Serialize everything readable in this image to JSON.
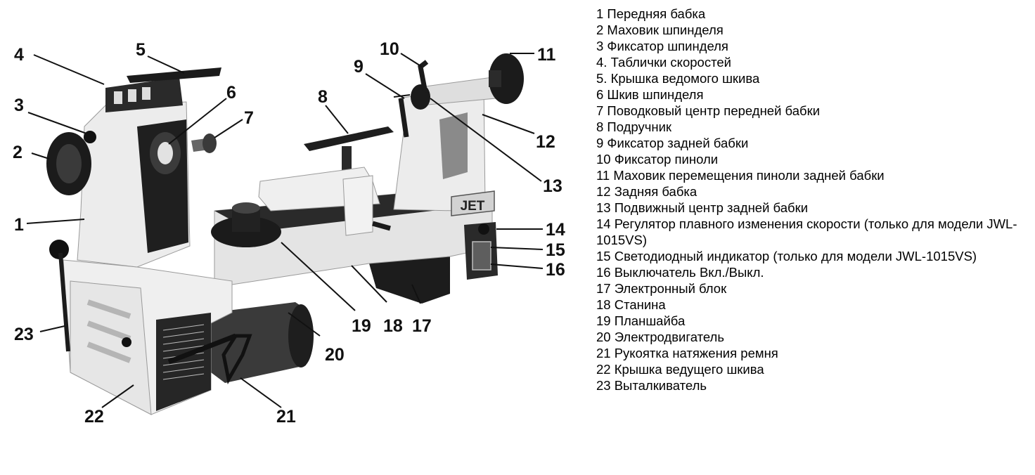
{
  "figure": {
    "callouts": [
      "1",
      "2",
      "3",
      "4",
      "5",
      "6",
      "7",
      "8",
      "9",
      "10",
      "11",
      "12",
      "13",
      "14",
      "15",
      "16",
      "17",
      "18",
      "19",
      "20",
      "21",
      "22",
      "23"
    ],
    "nameplate": "JET"
  },
  "legend": {
    "items": [
      "1  Передняя бабка",
      "2  Маховик шпинделя",
      "3  Фиксатор шпинделя",
      "4. Таблички скоростей",
      "5. Крышка ведомого шкива",
      "6  Шкив шпинделя",
      "7  Поводковый центр передней бабки",
      "8  Подручник",
      "9  Фиксатор задней бабки",
      "10  Фиксатор пиноли",
      "11  Маховик перемещения пиноли задней бабки",
      "12 Задняя бабка",
      "13  Подвижный центр задней бабки",
      "14  Регулятор плавного изменения скорости (только для модели JWL-1015VS)",
      "15  Светодиодный индикатор (только для модели JWL-1015VS)",
      "16  Выключатель Вкл./Выкл.",
      "17 Электронный блок",
      "18  Станина",
      "19  Планшайба",
      "20  Электродвигатель",
      "21  Рукоятка натяжения ремня",
      "22  Крышка ведущего шкива",
      "23  Выталкиватель"
    ]
  }
}
